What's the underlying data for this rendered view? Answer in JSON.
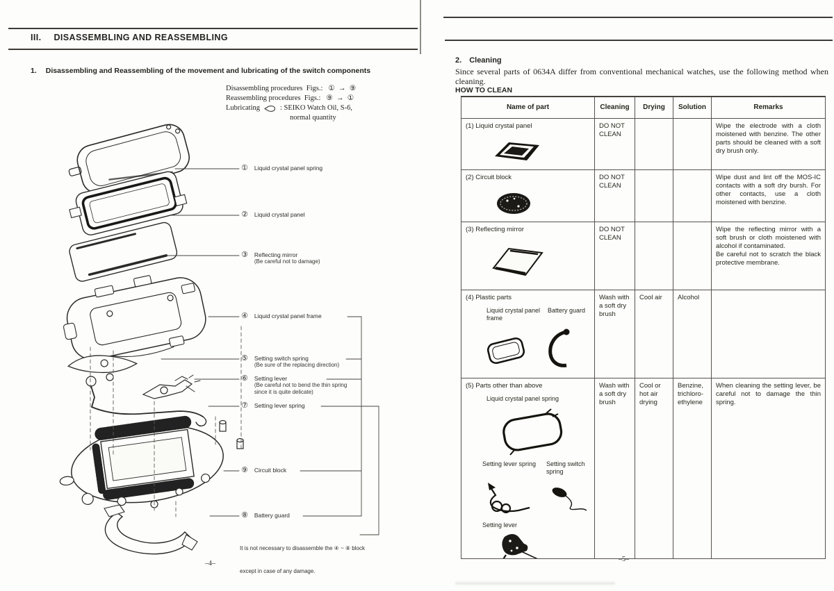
{
  "colors": {
    "paper": "#fdfdfb",
    "ink": "#1d1d1b",
    "rule": "#3c3a36"
  },
  "left_page": {
    "header": {
      "number": "III.",
      "title": "DISASSEMBLING AND REASSEMBLING"
    },
    "subsection": {
      "number": "1.",
      "title": "Disassembling and Reassembling of the movement and lubricating of the switch components"
    },
    "procedures": {
      "line1": "Disassembling procedures  Figs.:   ①  →  ⑨",
      "line2": "Reassembling procedures  Figs.:   ⑨  →  ①",
      "lubricating_label": "Lubricating",
      "lubricating_value": ":  SEIKO Watch Oil, S-6,",
      "lubricating_value2": "normal quantity"
    },
    "labels": [
      {
        "num": "①",
        "text": "Liquid crystal panel spring",
        "note": ""
      },
      {
        "num": "②",
        "text": "Liquid crystal panel",
        "note": ""
      },
      {
        "num": "③",
        "text": "Reflecting mirror",
        "note": "(Be careful not to damage)"
      },
      {
        "num": "④",
        "text": "Liquid crystal panel frame",
        "note": ""
      },
      {
        "num": "⑤",
        "text": "Setting switch spring",
        "note": "(Be sure of the replacing direction)"
      },
      {
        "num": "⑥",
        "text": "Setting lever",
        "note": "(Be careful not to bend the thin spring since it is quite delicate)"
      },
      {
        "num": "⑦",
        "text": "Setting lever spring",
        "note": ""
      },
      {
        "num": "⑨",
        "text": "Circuit block",
        "note": ""
      },
      {
        "num": "⑧",
        "text": "Battery guard",
        "note": ""
      }
    ],
    "footnote_line1": "It is not necessary to disassemble the ④ ~ ⑧ block",
    "footnote_line2": "except in case of any damage.",
    "page_number": "–4–"
  },
  "right_page": {
    "section": {
      "number": "2.",
      "title": "Cleaning"
    },
    "intro": "Since several parts of 0634A differ from conventional mechanical watches, use the following method when cleaning.",
    "table_title": "HOW TO CLEAN",
    "table": {
      "headers": [
        "Name of part",
        "Cleaning",
        "Drying",
        "Solution",
        "Remarks"
      ],
      "rows": [
        {
          "name": "(1)  Liquid crystal panel",
          "cleaning": "DO NOT CLEAN",
          "drying": "",
          "solution": "",
          "remarks": "Wipe the electrode with a cloth moistened with benzine. The other parts should be cleaned with a soft dry brush only."
        },
        {
          "name": "(2)  Circuit block",
          "cleaning": "DO NOT CLEAN",
          "drying": "",
          "solution": "",
          "remarks": "Wipe dust and lint off the MOS-IC contacts with a soft dry bursh. For other contacts, use a cloth moistened with benzine."
        },
        {
          "name": "(3)  Reflecting mirror",
          "cleaning": "DO NOT CLEAN",
          "drying": "",
          "solution": "",
          "remarks": "Wipe the reflecting mirror with a soft brush or cloth moistened with alcohol if contaminated.\nBe careful not to scratch the black protective membrane."
        },
        {
          "name": "(4)  Plastic parts",
          "sub_labels": [
            "Liquid crystal panel frame",
            "Battery guard"
          ],
          "cleaning": "Wash with a soft dry brush",
          "drying": "Cool air",
          "solution": "Alcohol",
          "remarks": ""
        },
        {
          "name": "(5)  Parts other than above",
          "sub_labels": [
            "Liquid crystal panel spring",
            "Setting lever spring",
            "Setting switch spring",
            "Setting lever"
          ],
          "cleaning": "Wash with a soft dry brush",
          "drying": "Cool or hot air drying",
          "solution": "Benzine,\ntrichloro-\nethylene",
          "remarks": "When cleaning the setting lever, be careful not to damage the thin spring."
        }
      ]
    },
    "page_number": "–5–"
  }
}
